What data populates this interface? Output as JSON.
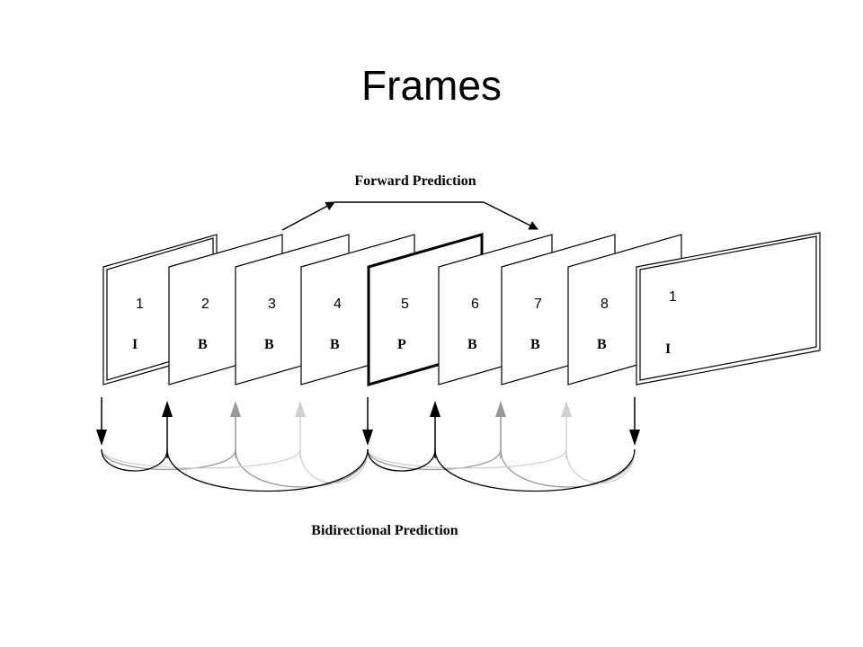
{
  "title": "Frames",
  "diagram": {
    "forward_label": "Forward Prediction",
    "bidirectional_label": "Bidirectional Prediction",
    "frames": [
      {
        "number": "1",
        "type": "I"
      },
      {
        "number": "2",
        "type": "B"
      },
      {
        "number": "3",
        "type": "B"
      },
      {
        "number": "4",
        "type": "B"
      },
      {
        "number": "5",
        "type": "P"
      },
      {
        "number": "6",
        "type": "B"
      },
      {
        "number": "7",
        "type": "B"
      },
      {
        "number": "8",
        "type": "B"
      },
      {
        "number": "1",
        "type": "I"
      }
    ],
    "colors": {
      "ink": "#000000",
      "mid_gray": "#999999",
      "light_gray": "#cfcfcf"
    }
  }
}
